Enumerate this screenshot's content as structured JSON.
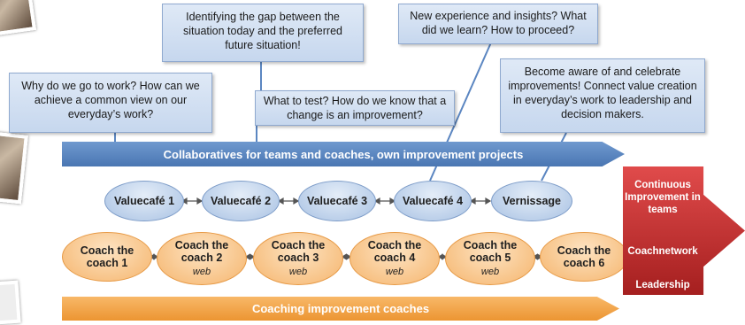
{
  "callouts": {
    "gap": "Identifying the gap between the situation today and the preferred future situation!",
    "experience": "New experience and insights? What did we learn? How to proceed?",
    "why": "Why do we go to work? How can we achieve a common view on our everyday’s work?",
    "test": "What to test? How do we know that a change is an improvement?",
    "aware": "Become aware of  and celebrate improvements!  Connect value creation in everyday’s work to leadership and decision makers."
  },
  "banners": {
    "collaboratives": "Collaboratives for teams and coaches, own improvement projects",
    "coaching": "Coaching improvement coaches"
  },
  "valuecafes": [
    "Valuecafé 1",
    "Valuecafé 2",
    "Valuecafé 3",
    "Valuecafé 4",
    "Vernissage"
  ],
  "coaches": [
    {
      "line1": "Coach the",
      "line2": "coach 1",
      "note": ""
    },
    {
      "line1": "Coach the",
      "line2": "coach 2",
      "note": "web"
    },
    {
      "line1": "Coach the",
      "line2": "coach 3",
      "note": "web"
    },
    {
      "line1": "Coach the",
      "line2": "coach 4",
      "note": "web"
    },
    {
      "line1": "Coach the",
      "line2": "coach 5",
      "note": "web"
    },
    {
      "line1": "Coach the",
      "line2": "coach 6",
      "note": ""
    }
  ],
  "outcomes": {
    "continuous": "Continuous Improvement in teams",
    "network": "Coachnetwork",
    "leadership": "Leadership"
  },
  "colors": {
    "blue": "#4a76b2",
    "orange": "#ec9532",
    "red": "#c0302f"
  }
}
